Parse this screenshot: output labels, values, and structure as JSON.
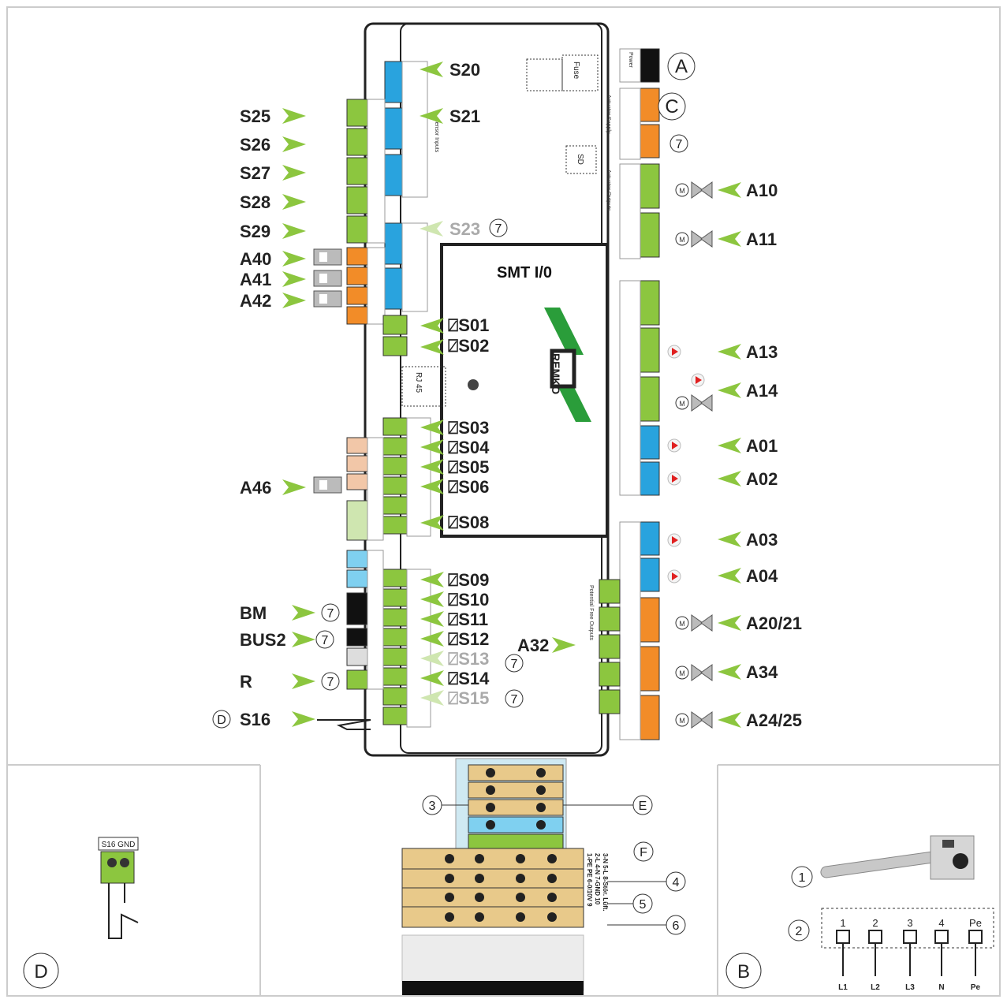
{
  "board": {
    "title": "SMT I/0",
    "brand": "REMKO",
    "fuse": "Fuse",
    "sd": "SD",
    "rj45": "RJ 45",
    "group_sensor_inputs": "Sensor Inputs",
    "group_actuator_supply": "Actuator Supply",
    "group_actuator_outputs": "Actuator Outputs",
    "group_power": "Power",
    "group_potential_free": "Potential Free Outputs"
  },
  "left_labels": [
    "S25",
    "S26",
    "S27",
    "S28",
    "S29",
    "A40",
    "A41",
    "A42",
    "A46",
    "BM",
    "BUS2",
    "R",
    "S16"
  ],
  "center_top_labels": [
    "S20",
    "S21",
    "S23"
  ],
  "sensor_labels": [
    "S01",
    "S02",
    "S03",
    "S04",
    "S05",
    "S06",
    "S08",
    "S09",
    "S10",
    "S11",
    "S12",
    "S13",
    "S14",
    "S15"
  ],
  "right_labels": [
    "A10",
    "A11",
    "A13",
    "A14",
    "A01",
    "A02",
    "A03",
    "A04",
    "A20/21",
    "A34",
    "A24/25"
  ],
  "mid_label": "A32",
  "circle_letters": {
    "a": "A",
    "c": "C",
    "d": "D",
    "e": "E",
    "f": "F",
    "b": "B",
    "d_big": "D"
  },
  "circle_numbers": {
    "n7": "7",
    "n3": "3",
    "n4": "4",
    "n5": "5",
    "n6": "6",
    "n1": "1",
    "n2": "2"
  },
  "terminal_legend": [
    "1-PE  PE 6-0/10V  9",
    "2-L  4-N  7-GND  10",
    "3-N  5-L  8-Stör. Lüft."
  ],
  "inset_d": {
    "header": "S16 GND"
  },
  "inset_b": {
    "top": [
      "1",
      "2",
      "3",
      "4",
      "Pe"
    ],
    "bottom": [
      "L1",
      "L2",
      "L3",
      "N",
      "Pe"
    ]
  },
  "colors": {
    "green": "#8cc63f",
    "blue": "#29a3de",
    "orange": "#f28c28",
    "arrow": "#8cc63f",
    "tan": "#e8c98a",
    "lightblue": "#7fd0f0"
  }
}
